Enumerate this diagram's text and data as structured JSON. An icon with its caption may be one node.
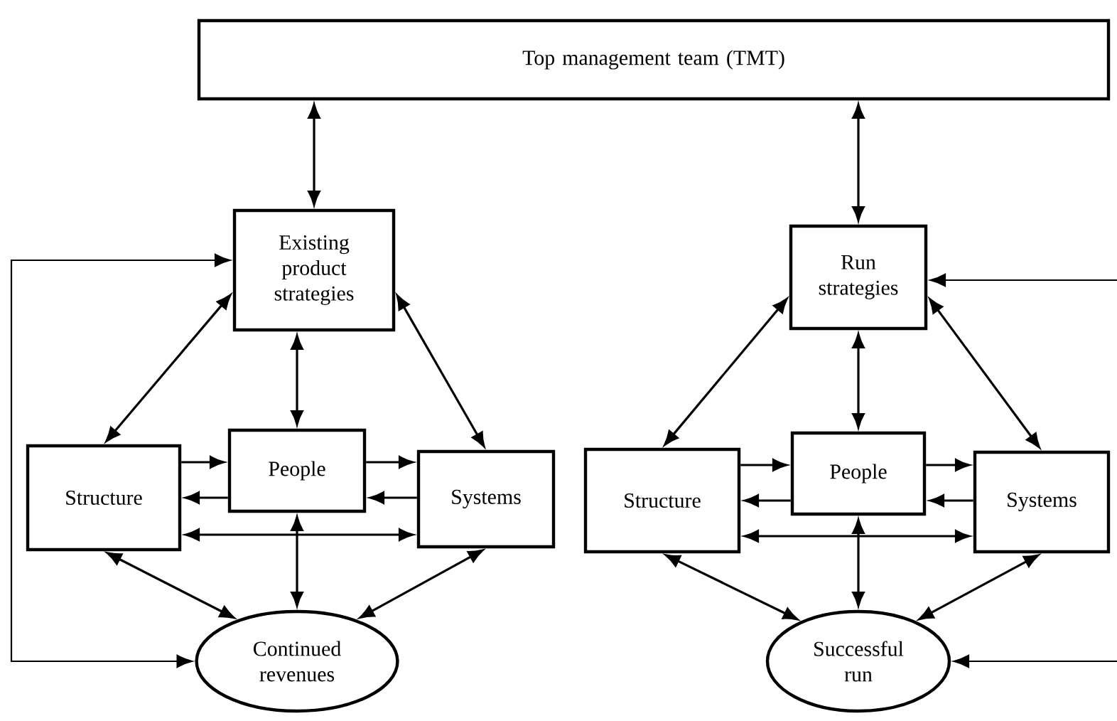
{
  "diagram": {
    "nodes": [
      {
        "text": [
          "Top management team (TMT)"
        ]
      },
      {
        "text": [
          "Existing product strategies"
        ]
      },
      {
        "text": [
          "Structure"
        ]
      },
      {
        "text": [
          "People"
        ]
      },
      {
        "text": [
          "Systems"
        ]
      },
      {
        "text": [
          "Continued revenues"
        ]
      },
      {
        "text": [
          "Run strategies"
        ]
      },
      {
        "text": [
          "Structure"
        ]
      },
      {
        "text": [
          "People"
        ]
      },
      {
        "text": [
          "Systems"
        ]
      },
      {
        "text": [
          "Successful run"
        ]
      }
    ],
    "edges": [
      {
        "from": 0,
        "to": 1,
        "arrow": "both"
      },
      {
        "from": 0,
        "to": 6,
        "arrow": "both"
      },
      {
        "from": 1,
        "to": 2,
        "arrow": "both"
      },
      {
        "from": 1,
        "to": 3,
        "arrow": "both"
      },
      {
        "from": 1,
        "to": 4,
        "arrow": "both"
      },
      {
        "from": 2,
        "to": 3,
        "arrow": "to"
      },
      {
        "from": 3,
        "to": 2,
        "arrow": "to"
      },
      {
        "from": 2,
        "to": 4,
        "arrow": "both"
      },
      {
        "from": 3,
        "to": 4,
        "arrow": "to"
      },
      {
        "from": 4,
        "to": 3,
        "arrow": "to"
      },
      {
        "from": 2,
        "to": 5,
        "arrow": "both"
      },
      {
        "from": 3,
        "to": 5,
        "arrow": "both"
      },
      {
        "from": 4,
        "to": 5,
        "arrow": "both"
      },
      {
        "from": 5,
        "to": 1,
        "arrow": "both"
      },
      {
        "from": 6,
        "to": 7,
        "arrow": "both"
      },
      {
        "from": 6,
        "to": 8,
        "arrow": "both"
      },
      {
        "from": 6,
        "to": 9,
        "arrow": "both"
      },
      {
        "from": 7,
        "to": 8,
        "arrow": "to"
      },
      {
        "from": 8,
        "to": 7,
        "arrow": "to"
      },
      {
        "from": 7,
        "to": 9,
        "arrow": "both"
      },
      {
        "from": 8,
        "to": 9,
        "arrow": "to"
      },
      {
        "from": 9,
        "to": 8,
        "arrow": "to"
      },
      {
        "from": 7,
        "to": 10,
        "arrow": "both"
      },
      {
        "from": 8,
        "to": 10,
        "arrow": "both"
      },
      {
        "from": 9,
        "to": 10,
        "arrow": "both"
      },
      {
        "from": null,
        "to": 6,
        "arrow": "to"
      },
      {
        "from": null,
        "to": 10,
        "arrow": "to"
      }
    ]
  }
}
